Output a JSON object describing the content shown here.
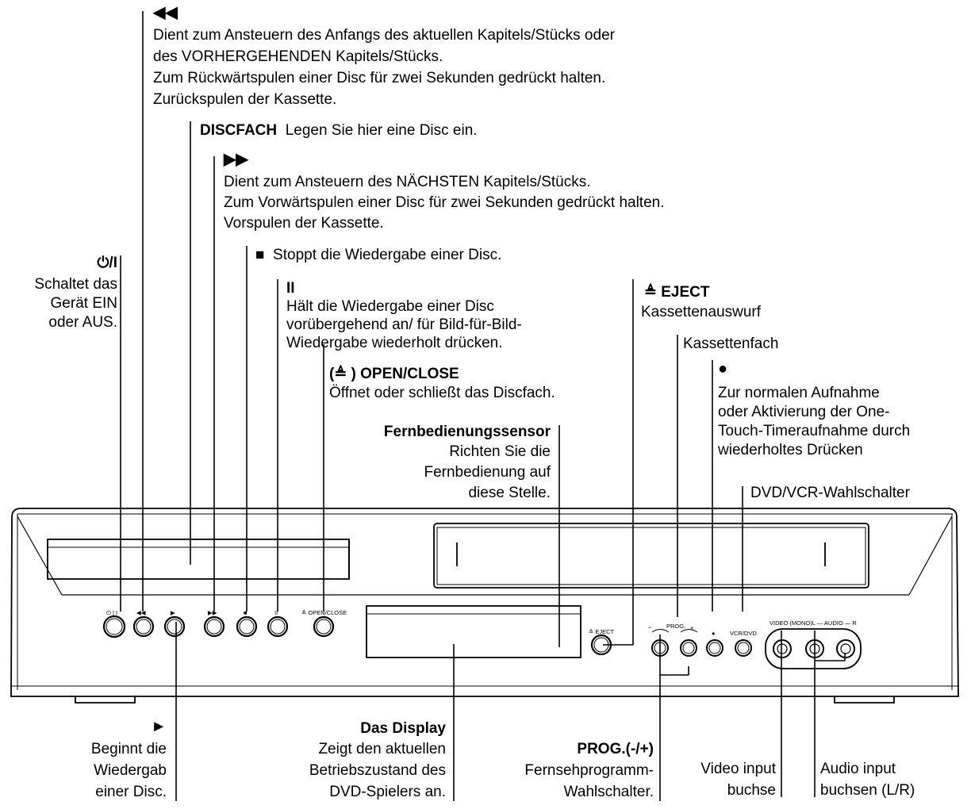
{
  "rew": {
    "symbol": "◀◀",
    "lines": [
      "Dient zum Ansteuern des Anfangs des aktuellen Kapitels/Stücks oder",
      "des VORHERGEHENDEN Kapitels/Stücks.",
      "Zum Rückwärtspulen einer Disc für zwei Sekunden gedrückt halten.",
      "Zurückspulen der Kassette."
    ]
  },
  "disc_tray": {
    "title": "DISCFACH",
    "desc": "Legen Sie hier eine Disc ein."
  },
  "ffw": {
    "symbol": "▶▶",
    "lines": [
      "Dient zum Ansteuern des NÄCHSTEN Kapitels/Stücks.",
      "Zum Vorwärtspulen einer Disc für zwei Sekunden gedrückt halten.",
      "Vorspulen der Kassette."
    ]
  },
  "stop": {
    "symbol": "■",
    "desc": "Stoppt die Wiedergabe einer Disc."
  },
  "power": {
    "symbol": "⏻/I",
    "lines": [
      "Schaltet das",
      "Gerät EIN",
      "oder AUS."
    ]
  },
  "pause": {
    "symbol": "II",
    "lines": [
      "Hält die Wiedergabe einer Disc",
      "vorübergehend an/ für Bild-für-Bild-",
      "Wiedergabe wiederholt drücken."
    ]
  },
  "open_close": {
    "title": "(≜ ) OPEN/CLOSE",
    "desc": "Öffnet oder schließt das Discfach."
  },
  "eject": {
    "title": "≜  EJECT",
    "desc": "Kassettenauswurf"
  },
  "cassette": {
    "label": "Kassettenfach"
  },
  "record": {
    "symbol": "●",
    "lines": [
      "Zur normalen Aufnahme",
      "oder Aktivierung der One-",
      "Touch-Timeraufnahme durch",
      "wiederholtes Drücken"
    ]
  },
  "selector": {
    "label": "DVD/VCR-Wahlschalter"
  },
  "sensor": {
    "title": "Fernbedienungssensor",
    "lines": [
      "Richten Sie die",
      "Fernbedienung auf",
      "diese Stelle."
    ]
  },
  "play": {
    "symbol": "►",
    "lines": [
      "Beginnt die",
      "Wiedergab",
      "einer Disc."
    ]
  },
  "display": {
    "title": "Das Display",
    "lines": [
      "Zeigt den aktuellen",
      "Betriebszustand des",
      "DVD-Spielers an."
    ]
  },
  "prog": {
    "title": "PROG.(-/+)",
    "lines": [
      "Fernsehprogramm-",
      "Wahlschalter."
    ]
  },
  "video_in": {
    "lines": [
      "Video input",
      "buchse"
    ]
  },
  "audio_in": {
    "lines": [
      "Audio input",
      "buchsen (L/R)"
    ]
  },
  "panel": {
    "power": "⏻ | I",
    "rew": "◀◀",
    "play": "▶",
    "ffw": "▶▶",
    "stop": "■",
    "pause": "II",
    "open_close": "≜ OPEN/CLOSE",
    "eject": "≜ EJECT",
    "prog_minus": "−",
    "prog": "PROG.",
    "prog_plus": "+",
    "rec": "●",
    "vcr_dvd": "VCR/DVD",
    "jacks": "VIDEO  (MONO)L — AUDIO — R"
  }
}
